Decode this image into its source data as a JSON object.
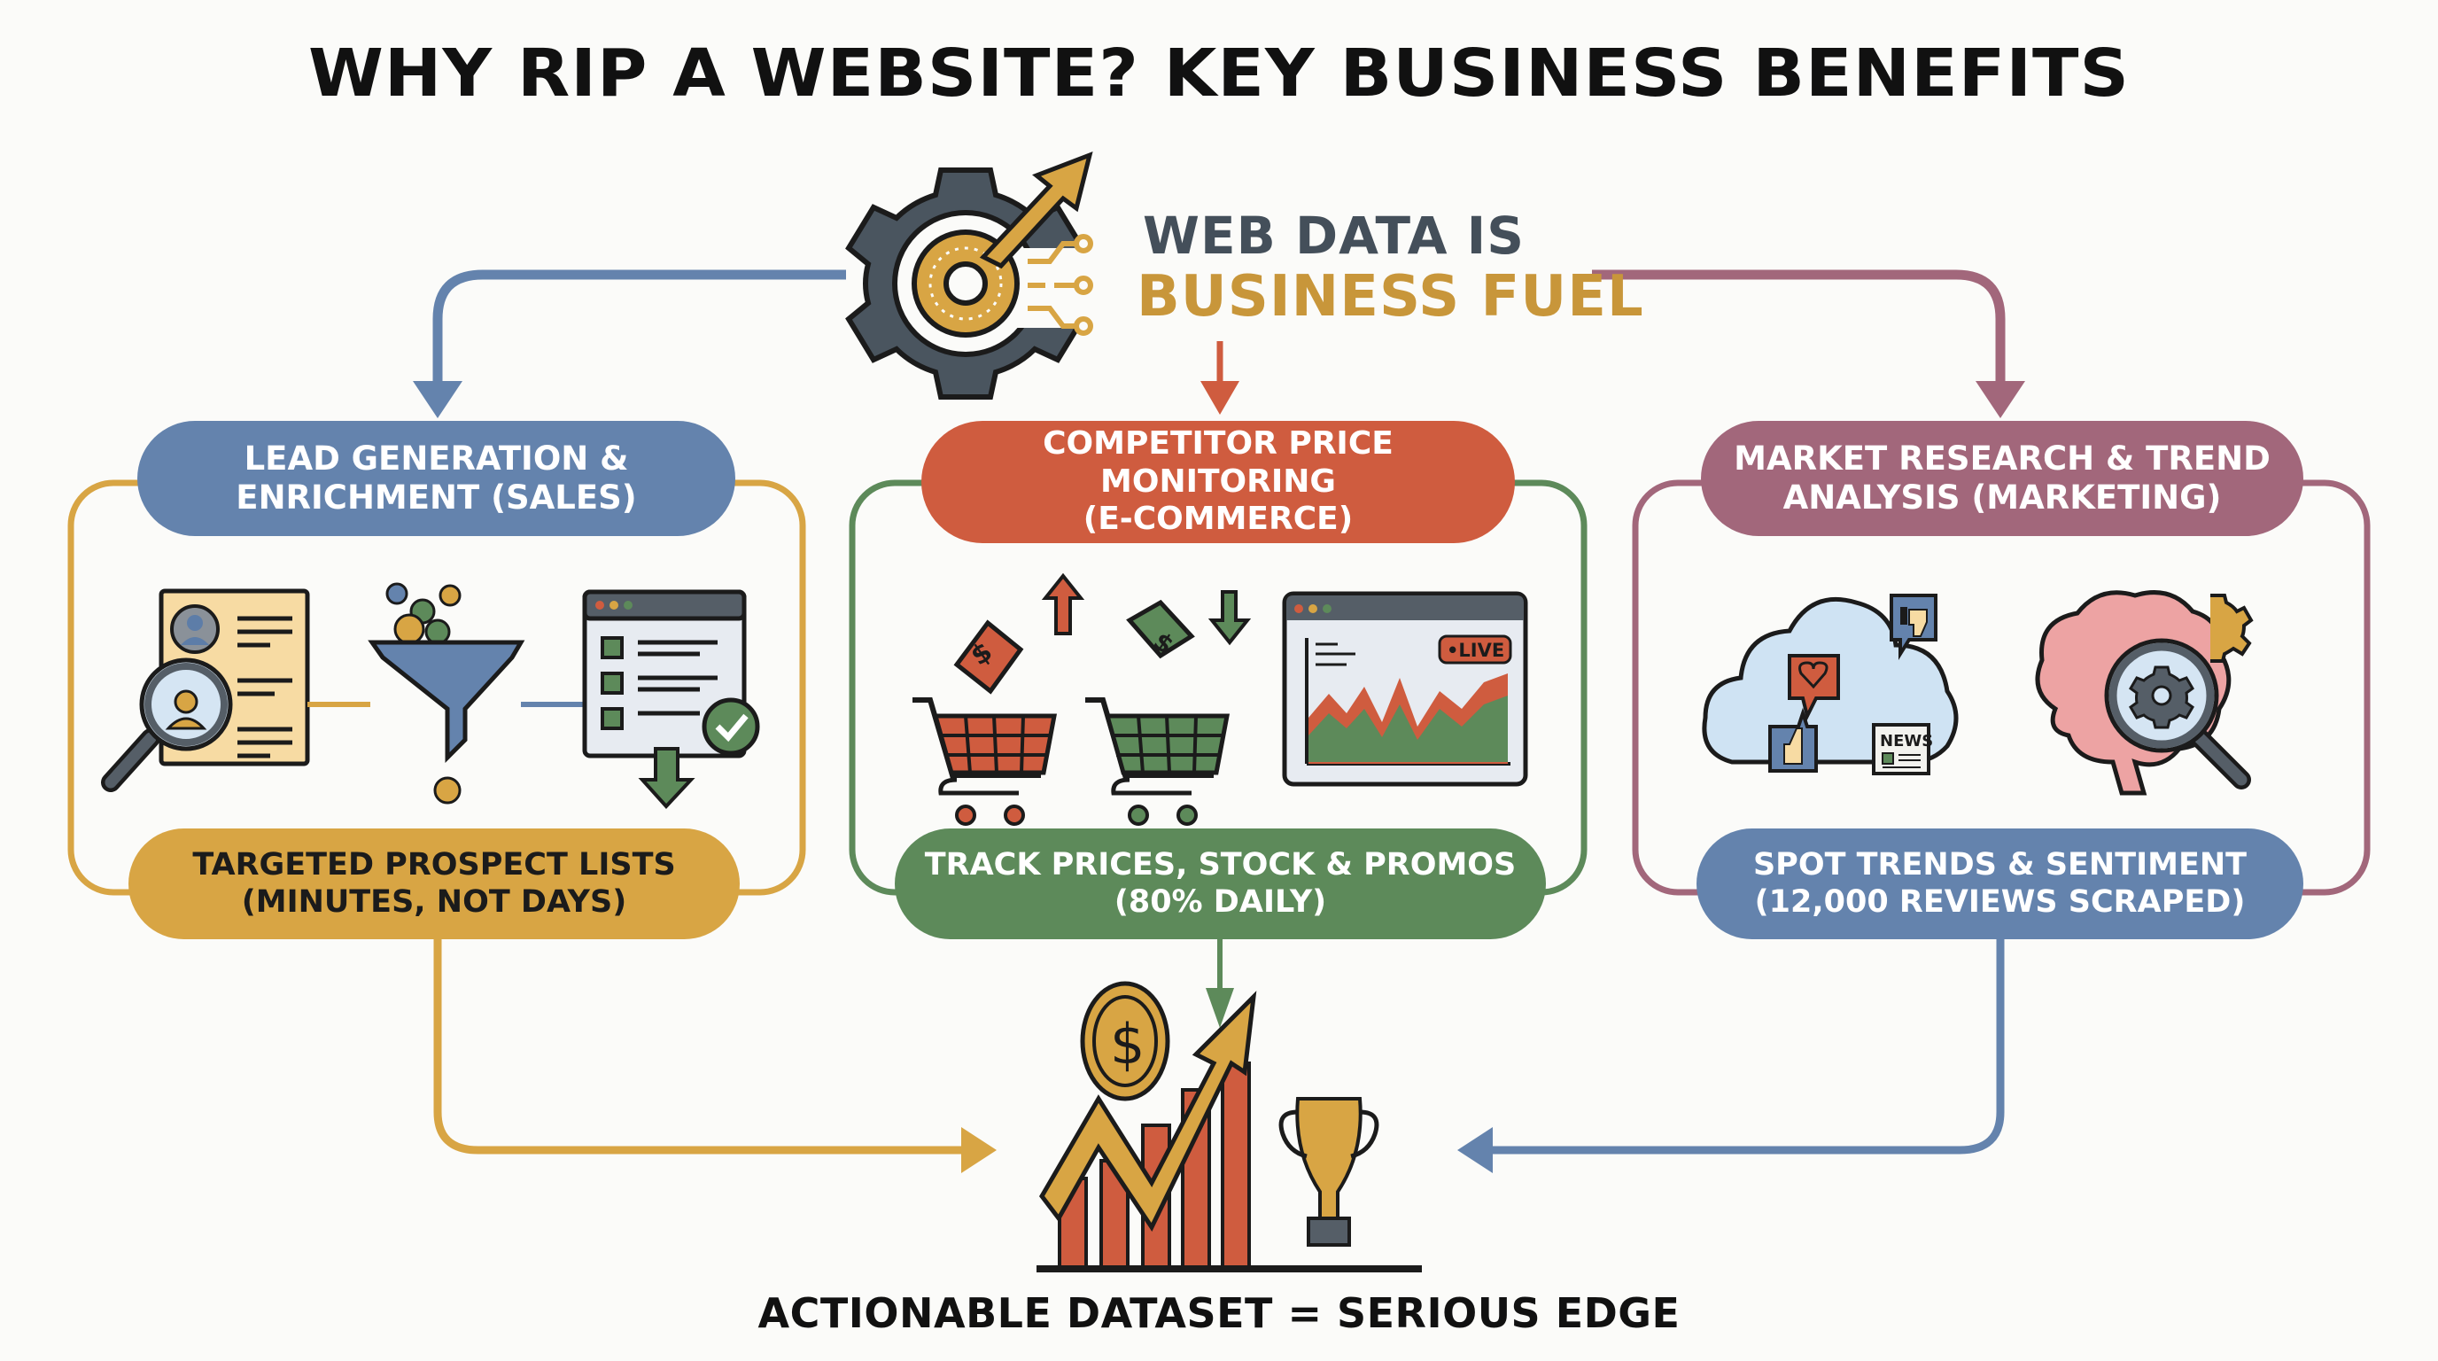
{
  "title": "WHY RIP A WEBSITE? KEY BUSINESS BENEFITS",
  "hero": {
    "line1": "WEB DATA IS",
    "line2": "BUSINESS FUEL",
    "icon": "gear-growth-arrow-icon"
  },
  "colors": {
    "background": "#fbfbf9",
    "blue": "#6483ad",
    "red": "#cf5c3f",
    "mauve": "#a2677b",
    "gold": "#d8a544",
    "green": "#5d8a5a",
    "dark": "#444f5a"
  },
  "columns": [
    {
      "id": "sales",
      "heading": "LEAD GENERATION &\nENRICHMENT (SALES)",
      "result": "TARGETED PROSPECT LISTS\n(MINUTES, NOT DAYS)",
      "icons": [
        "profile-search-icon",
        "funnel-icon",
        "checklist-download-icon"
      ]
    },
    {
      "id": "ecommerce",
      "heading": "COMPETITOR PRICE\nMONITORING\n(E-COMMERCE)",
      "result": "TRACK PRICES, STOCK & PROMOS\n(80% DAILY)",
      "icons": [
        "cart-price-up-icon",
        "cart-price-down-icon",
        "live-chart-window-icon"
      ],
      "live_badge": "•LIVE"
    },
    {
      "id": "marketing",
      "heading": "MARKET RESEARCH & TREND\nANALYSIS (MARKETING)",
      "result": "SPOT TRENDS & SENTIMENT\n(12,000 REVIEWS SCRAPED)",
      "icons": [
        "social-sentiment-cloud-icon",
        "brain-analysis-icon"
      ],
      "news_label": "NEWS"
    }
  ],
  "outcome": {
    "caption": "ACTIONABLE DATASET = SERIOUS EDGE",
    "icon": "growth-coin-trophy-icon",
    "coin_symbol": "$"
  }
}
